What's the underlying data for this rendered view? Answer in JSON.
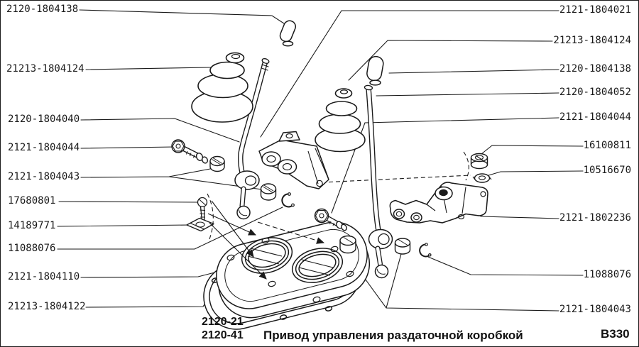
{
  "figure": {
    "kind": "exploded-parts-diagram",
    "ink": "#1a1a1a",
    "paper": "#ffffff"
  },
  "labels": {
    "left": [
      "2120-1804138",
      "21213-1804124",
      "2120-1804040",
      "2121-1804044",
      "2121-1804043",
      "17680801",
      "14189771",
      "11088076",
      "2121-1804110",
      "21213-1804122"
    ],
    "right": [
      "2121-1804021",
      "21213-1804124",
      "2120-1804138",
      "2120-1804052",
      "2121-1804044",
      "16100811",
      "10516670",
      "2121-1802236",
      "11088076",
      "2121-1804043"
    ]
  },
  "footer": {
    "model_top": "2120-21",
    "model_bottom": "2120-41",
    "title": "Привод управления раздаточной коробкой",
    "figure_code": "B330"
  }
}
